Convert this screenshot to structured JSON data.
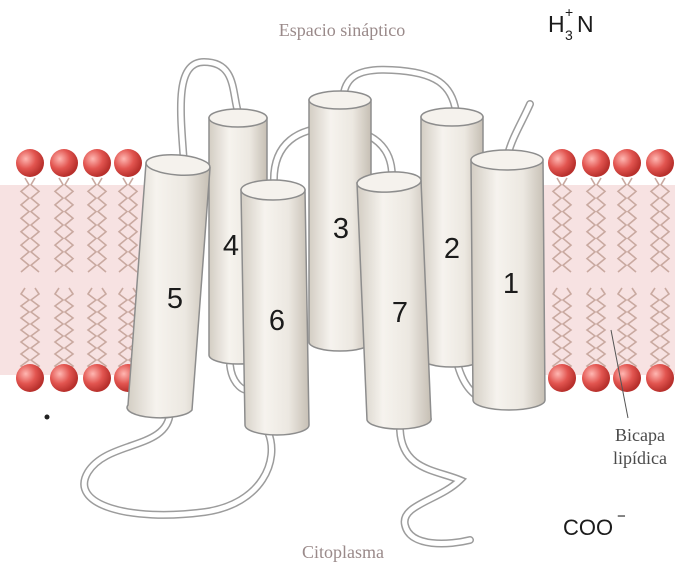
{
  "labels": {
    "top": "Espacio sináptico",
    "bottom": "Citoplasma",
    "bilayer_line1": "Bicapa",
    "bilayer_line2": "lipídica"
  },
  "chem": {
    "amino_H": "H",
    "amino_plus": "+",
    "amino_sub": "3",
    "amino_N": "N",
    "carboxyl": "COO",
    "carboxyl_minus": "−"
  },
  "helices": [
    "1",
    "2",
    "3",
    "4",
    "5",
    "6",
    "7"
  ],
  "colors": {
    "head": "#e25550",
    "cylinder_light": "#f2efe9",
    "cylinder_shade": "#d6d1c8",
    "tail": "#c9a9a0",
    "bilayer_band": "#f6dcdc"
  }
}
